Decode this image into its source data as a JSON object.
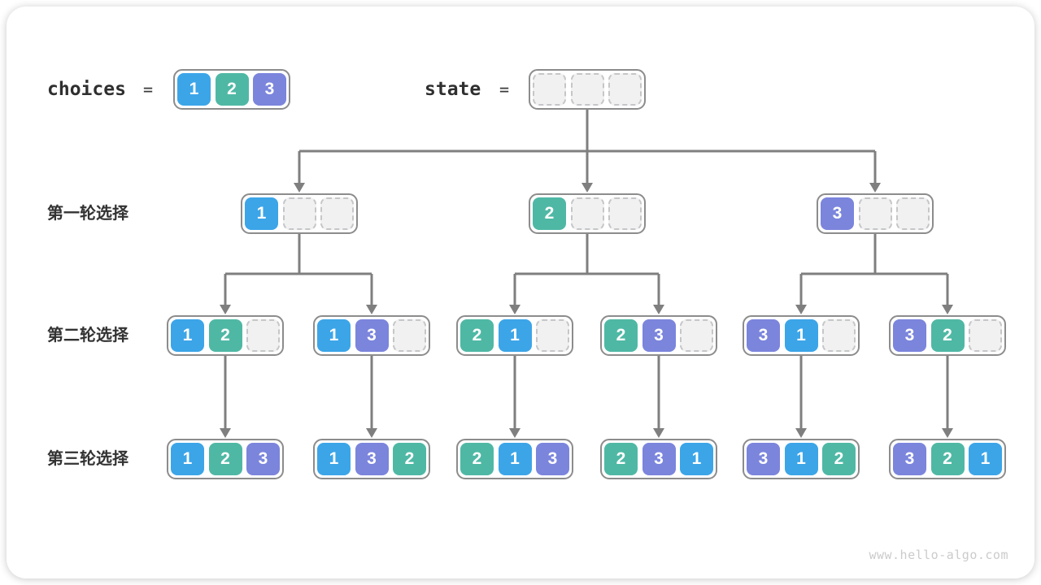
{
  "header": {
    "choices_label": "choices",
    "choices_equals": "=",
    "choices_array": [
      "1",
      "2",
      "3"
    ],
    "state_label": "state",
    "state_equals": "=",
    "state_array": [
      null,
      null,
      null
    ]
  },
  "row_labels": [
    "第一轮选择",
    "第二轮选择",
    "第三轮选择"
  ],
  "tree": {
    "round1": [
      [
        "1",
        null,
        null
      ],
      [
        "2",
        null,
        null
      ],
      [
        "3",
        null,
        null
      ]
    ],
    "round2": [
      [
        "1",
        "2",
        null
      ],
      [
        "1",
        "3",
        null
      ],
      [
        "2",
        "1",
        null
      ],
      [
        "2",
        "3",
        null
      ],
      [
        "3",
        "1",
        null
      ],
      [
        "3",
        "2",
        null
      ]
    ],
    "round3": [
      [
        "1",
        "2",
        "3"
      ],
      [
        "1",
        "3",
        "2"
      ],
      [
        "2",
        "1",
        "3"
      ],
      [
        "2",
        "3",
        "1"
      ],
      [
        "3",
        "1",
        "2"
      ],
      [
        "3",
        "2",
        "1"
      ]
    ]
  },
  "colors": {
    "value_1": "#3ca5e8",
    "value_2": "#4fb8a5",
    "value_3": "#7b85dc",
    "connector": "#7f7f7f",
    "node_border": "#8c8c8c"
  },
  "watermark": "www.hello-algo.com"
}
